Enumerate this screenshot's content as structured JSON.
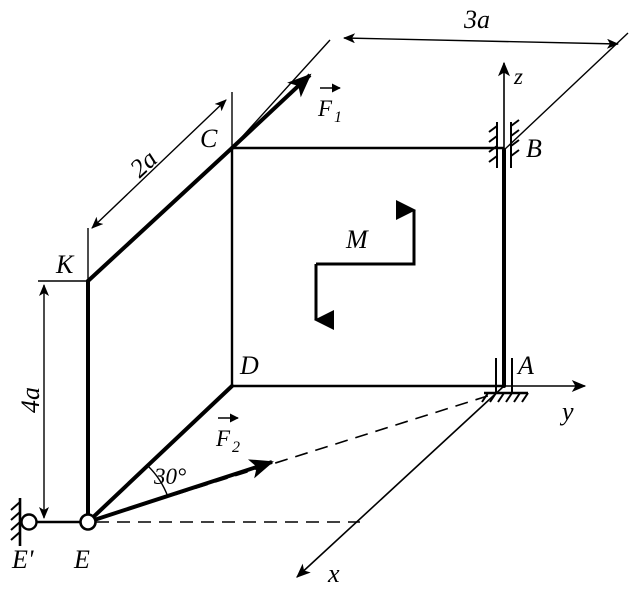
{
  "labels": {
    "dim_top": "3a",
    "dim_left_top": "2a",
    "dim_left": "4a",
    "point_c": "C",
    "point_b": "B",
    "point_k": "K",
    "point_d": "D",
    "point_a": "A",
    "point_e": "E",
    "point_e_prime": "E'",
    "moment": "M",
    "force1_letter": "F",
    "force1_sub": "1",
    "force2_letter": "F",
    "force2_sub": "2",
    "angle": "30°",
    "axis_x": "x",
    "axis_y": "y",
    "axis_z": "z"
  },
  "colors": {
    "ink": "#000000",
    "paper": "#ffffff"
  }
}
